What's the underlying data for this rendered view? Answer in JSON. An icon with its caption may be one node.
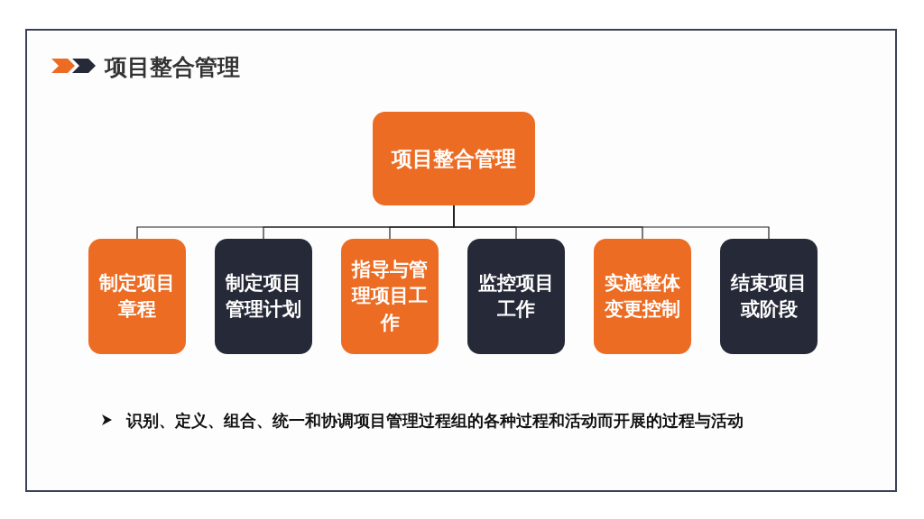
{
  "diagram": {
    "title": "项目整合管理",
    "nodes": [
      {
        "text": [
          "项目整合管理"
        ]
      },
      {
        "text": [
          "制定项目章程"
        ]
      },
      {
        "text": [
          "制定项目管理计划"
        ]
      },
      {
        "text": [
          "指导与管理项目工作"
        ]
      },
      {
        "text": [
          "监控项目工作"
        ]
      },
      {
        "text": [
          "实施整体变更控制"
        ]
      },
      {
        "text": [
          "结束项目或阶段"
        ]
      }
    ],
    "edges": [
      {
        "from": 0,
        "to": 1,
        "arrow": "none"
      },
      {
        "from": 0,
        "to": 2,
        "arrow": "none"
      },
      {
        "from": 0,
        "to": 3,
        "arrow": "none"
      },
      {
        "from": 0,
        "to": 4,
        "arrow": "none"
      },
      {
        "from": 0,
        "to": 5,
        "arrow": "none"
      },
      {
        "from": 0,
        "to": 6,
        "arrow": "none"
      }
    ],
    "labels": [
      "识别、定义、组合、统一和协调项目管理过程组的各种过程和活动而开展的过程与活动"
    ]
  }
}
